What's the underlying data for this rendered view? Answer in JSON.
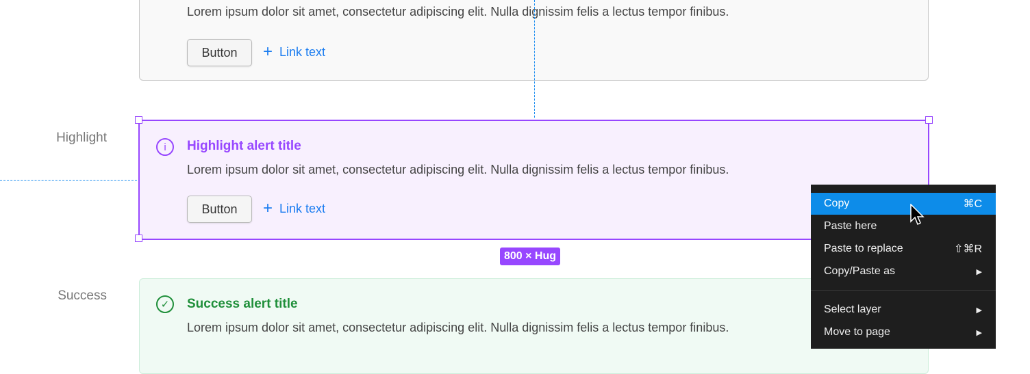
{
  "body_text": "Lorem ipsum dolor sit amet, consectetur adipiscing elit. Nulla dignissim felis a lectus tempor finibus.",
  "button_label": "Button",
  "link_label": "Link text",
  "highlight": {
    "row_label": "Highlight",
    "title": "Highlight alert title",
    "color": "#9747ff"
  },
  "success": {
    "row_label": "Success",
    "title": "Success alert title",
    "color": "#1f8f3a"
  },
  "size_badge": "800 × Hug",
  "menu": {
    "items": [
      {
        "label": "Copy",
        "shortcut": "⌘C"
      },
      {
        "label": "Paste here",
        "shortcut": ""
      },
      {
        "label": "Paste to replace",
        "shortcut": "⇧⌘R"
      },
      {
        "label": "Copy/Paste as",
        "shortcut": "▶"
      },
      {
        "label": "Select layer",
        "shortcut": "▶"
      },
      {
        "label": "Move to page",
        "shortcut": "▶"
      }
    ]
  }
}
